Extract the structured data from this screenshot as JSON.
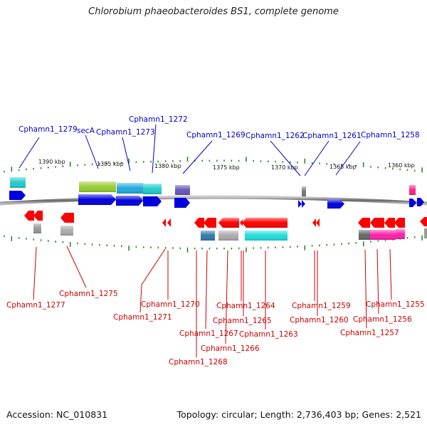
{
  "title": "Chlorobium phaeobacteroides BS1, complete genome",
  "footer": {
    "accession": "Accession: NC_010831",
    "topology": "Topology: circular; Length: 2,736,403 bp; Genes: 2,521"
  },
  "scale_labels": [
    "1390 kbp",
    "1385 kbp",
    "1380 kbp",
    "1375 kbp",
    "1370 kbp",
    "1365 kbp",
    "1360 kbp"
  ],
  "colors": {
    "forward_label": "#0000c8",
    "reverse_label": "#cc0000",
    "backbone": "#888888",
    "ticks": "#2a8a2a"
  },
  "features_forward": [
    {
      "label": "Cphamn1_1279",
      "color": "#22cccc"
    },
    {
      "label": "secA",
      "color": "#99cc33"
    },
    {
      "label": "Cphamn1_1273",
      "color": "#22aadd"
    },
    {
      "label": "Cphamn1_1272",
      "color": "#22cccc"
    },
    {
      "label": "Cphamn1_1269",
      "color": "#6655bb"
    },
    {
      "label": "Cphamn1_1262",
      "color": "#777777"
    },
    {
      "label": "Cphamn1_1261",
      "color": "#0000dd"
    },
    {
      "label": "Cphamn1_1258",
      "color": "#ff2288"
    }
  ],
  "features_reverse": [
    {
      "label": "Cphamn1_1277",
      "color": "#999999"
    },
    {
      "label": "Cphamn1_1275",
      "color": "#999999"
    },
    {
      "label": "Cphamn1_1271",
      "color": "#ff0000"
    },
    {
      "label": "Cphamn1_1270",
      "color": "#ff0000"
    },
    {
      "label": "Cphamn1_1268",
      "color": "#3377aa"
    },
    {
      "label": "Cphamn1_1267",
      "color": "#ff0000"
    },
    {
      "label": "Cphamn1_1266",
      "color": "#aaaaaa"
    },
    {
      "label": "Cphamn1_1265",
      "color": "#ff0000"
    },
    {
      "label": "Cphamn1_1264",
      "color": "#ff0000"
    },
    {
      "label": "Cphamn1_1263",
      "color": "#22dddd"
    },
    {
      "label": "Cphamn1_1259",
      "color": "#ff0000"
    },
    {
      "label": "Cphamn1_1260",
      "color": "#ff0000"
    },
    {
      "label": "Cphamn1_1257",
      "color": "#666666"
    },
    {
      "label": "Cphamn1_1256",
      "color": "#ff22aa"
    },
    {
      "label": "Cphamn1_1255",
      "color": "#ff22aa"
    }
  ]
}
